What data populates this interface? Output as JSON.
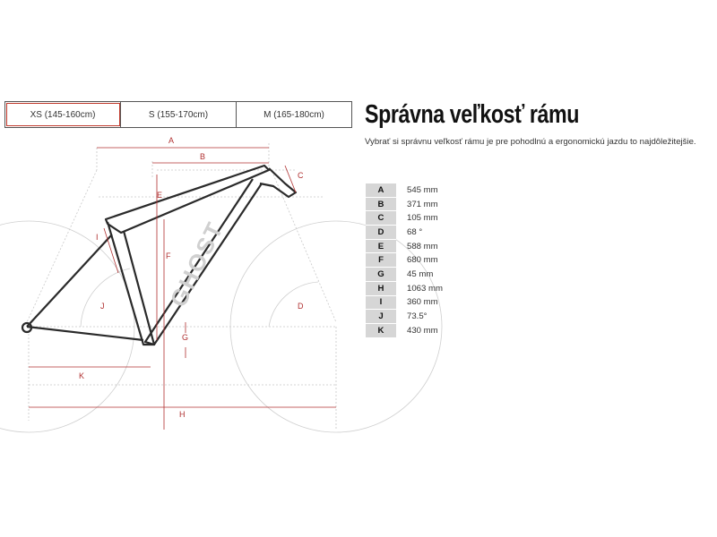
{
  "size_tabs": [
    {
      "label": "XS (145-160cm)",
      "active": true
    },
    {
      "label": "S (155-170cm)",
      "active": false
    },
    {
      "label": "M (165-180cm)",
      "active": false
    }
  ],
  "header": {
    "title": "Správna veľkosť rámu",
    "subtitle": "Vybrať si správnu veľkosť rámu je pre pohodlnú a ergonomickú jazdu to najdôležitejšie."
  },
  "geometry": [
    {
      "key": "A",
      "value": "545 mm"
    },
    {
      "key": "B",
      "value": "371 mm"
    },
    {
      "key": "C",
      "value": "105 mm"
    },
    {
      "key": "D",
      "value": "68 °"
    },
    {
      "key": "E",
      "value": "588 mm"
    },
    {
      "key": "F",
      "value": "680 mm"
    },
    {
      "key": "G",
      "value": "45 mm"
    },
    {
      "key": "H",
      "value": "1063 mm"
    },
    {
      "key": "I",
      "value": "360 mm"
    },
    {
      "key": "J",
      "value": "73.5°"
    },
    {
      "key": "K",
      "value": "430 mm"
    }
  ],
  "diagram": {
    "labels": {
      "A": "A",
      "B": "B",
      "C": "C",
      "D": "D",
      "E": "E",
      "F": "F",
      "G": "G",
      "H": "H",
      "I": "I",
      "J": "J",
      "K": "K"
    },
    "frame_logo": "GHOST",
    "colors": {
      "dimension": "#b03030",
      "frame": "#2a2a2a",
      "guide": "#c8c8c8",
      "tab_active": "#c0392b"
    }
  }
}
